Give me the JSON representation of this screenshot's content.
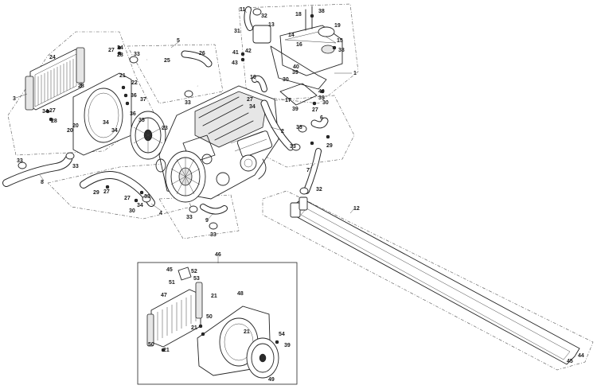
{
  "diagram": {
    "type": "exploded-parts-view",
    "callouts": {
      "c1": "1",
      "c2": "2",
      "c3": "3",
      "c4": "4",
      "c5": "5",
      "c6": "6",
      "c7": "7",
      "c8": "8",
      "c9": "9",
      "c10": "10",
      "c11": "11",
      "c12": "12",
      "c13": "13",
      "c14": "14",
      "c15": "15",
      "c16": "16",
      "c17": "17",
      "c18": "18",
      "c19": "19",
      "c20": "20",
      "c21a": "21",
      "c22": "22",
      "c23": "23",
      "c24": "24",
      "c25": "25",
      "c26": "26",
      "c27a": "27",
      "c27b": "27",
      "c27c": "27",
      "c27d": "27",
      "c27e": "27",
      "c27f": "27",
      "c28a": "28",
      "c28b": "28",
      "c28c": "28",
      "c29a": "29",
      "c29b": "29",
      "c30a": "30",
      "c30b": "30",
      "c30c": "30",
      "c31": "31",
      "c32a": "32",
      "c32b": "32",
      "c33a": "33",
      "c33b": "33",
      "c33c": "33",
      "c33d": "33",
      "c33e": "33",
      "c33f": "33",
      "c33g": "33",
      "c33h": "33",
      "c33i": "33",
      "c34a": "34",
      "c34b": "34",
      "c34c": "34",
      "c34d": "34",
      "c34e": "34",
      "c34f": "34",
      "c35": "35",
      "c36a": "36",
      "c36b": "36",
      "c37": "37",
      "c38a": "38",
      "c38b": "38",
      "c39a": "39",
      "c39b": "39",
      "c39c": "39",
      "c40a": "40",
      "c40b": "40",
      "c41": "41",
      "c42": "42",
      "c43": "43",
      "c44": "44",
      "c45a": "45",
      "c45b": "45",
      "c46": "46",
      "c47": "47",
      "c48": "48",
      "c49": "49",
      "c50a": "50",
      "c50b": "50",
      "c51": "51",
      "c52": "52",
      "c53": "53",
      "c54": "54",
      "c20b": "20",
      "c21b": "21",
      "c21c": "21",
      "c21d": "21",
      "c21e": "21",
      "c39d": "39"
    }
  }
}
